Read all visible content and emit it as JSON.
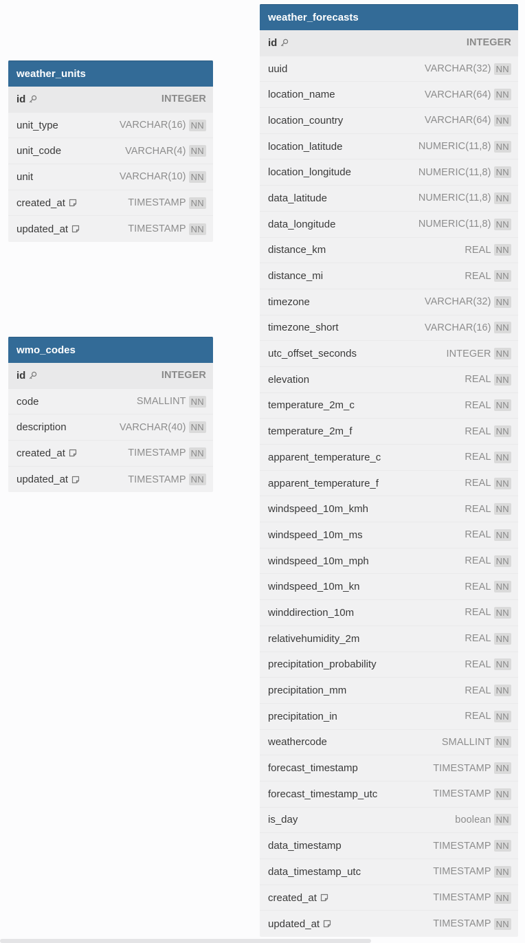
{
  "tables": {
    "weather_units": {
      "title": "weather_units",
      "rows": [
        {
          "name": "id",
          "type": "INTEGER",
          "pk": true
        },
        {
          "name": "unit_type",
          "type": "VARCHAR(16)",
          "nn": "NN"
        },
        {
          "name": "unit_code",
          "type": "VARCHAR(4)",
          "nn": "NN"
        },
        {
          "name": "unit",
          "type": "VARCHAR(10)",
          "nn": "NN"
        },
        {
          "name": "created_at",
          "type": "TIMESTAMP",
          "nn": "NN",
          "note": true
        },
        {
          "name": "updated_at",
          "type": "TIMESTAMP",
          "nn": "NN",
          "note": true
        }
      ]
    },
    "wmo_codes": {
      "title": "wmo_codes",
      "rows": [
        {
          "name": "id",
          "type": "INTEGER",
          "pk": true
        },
        {
          "name": "code",
          "type": "SMALLINT",
          "nn": "NN"
        },
        {
          "name": "description",
          "type": "VARCHAR(40)",
          "nn": "NN"
        },
        {
          "name": "created_at",
          "type": "TIMESTAMP",
          "nn": "NN",
          "note": true
        },
        {
          "name": "updated_at",
          "type": "TIMESTAMP",
          "nn": "NN",
          "note": true
        }
      ]
    },
    "weather_forecasts": {
      "title": "weather_forecasts",
      "rows": [
        {
          "name": "id",
          "type": "INTEGER",
          "pk": true
        },
        {
          "name": "uuid",
          "type": "VARCHAR(32)",
          "nn": "NN"
        },
        {
          "name": "location_name",
          "type": "VARCHAR(64)",
          "nn": "NN"
        },
        {
          "name": "location_country",
          "type": "VARCHAR(64)",
          "nn": "NN"
        },
        {
          "name": "location_latitude",
          "type": "NUMERIC(11,8)",
          "nn": "NN"
        },
        {
          "name": "location_longitude",
          "type": "NUMERIC(11,8)",
          "nn": "NN"
        },
        {
          "name": "data_latitude",
          "type": "NUMERIC(11,8)",
          "nn": "NN"
        },
        {
          "name": "data_longitude",
          "type": "NUMERIC(11,8)",
          "nn": "NN"
        },
        {
          "name": "distance_km",
          "type": "REAL",
          "nn": "NN"
        },
        {
          "name": "distance_mi",
          "type": "REAL",
          "nn": "NN"
        },
        {
          "name": "timezone",
          "type": "VARCHAR(32)",
          "nn": "NN"
        },
        {
          "name": "timezone_short",
          "type": "VARCHAR(16)",
          "nn": "NN"
        },
        {
          "name": "utc_offset_seconds",
          "type": "INTEGER",
          "nn": "NN"
        },
        {
          "name": "elevation",
          "type": "REAL",
          "nn": "NN"
        },
        {
          "name": "temperature_2m_c",
          "type": "REAL",
          "nn": "NN"
        },
        {
          "name": "temperature_2m_f",
          "type": "REAL",
          "nn": "NN"
        },
        {
          "name": "apparent_temperature_c",
          "type": "REAL",
          "nn": "NN"
        },
        {
          "name": "apparent_temperature_f",
          "type": "REAL",
          "nn": "NN"
        },
        {
          "name": "windspeed_10m_kmh",
          "type": "REAL",
          "nn": "NN"
        },
        {
          "name": "windspeed_10m_ms",
          "type": "REAL",
          "nn": "NN"
        },
        {
          "name": "windspeed_10m_mph",
          "type": "REAL",
          "nn": "NN"
        },
        {
          "name": "windspeed_10m_kn",
          "type": "REAL",
          "nn": "NN"
        },
        {
          "name": "winddirection_10m",
          "type": "REAL",
          "nn": "NN"
        },
        {
          "name": "relativehumidity_2m",
          "type": "REAL",
          "nn": "NN"
        },
        {
          "name": "precipitation_probability",
          "type": "REAL",
          "nn": "NN"
        },
        {
          "name": "precipitation_mm",
          "type": "REAL",
          "nn": "NN"
        },
        {
          "name": "precipitation_in",
          "type": "REAL",
          "nn": "NN"
        },
        {
          "name": "weathercode",
          "type": "SMALLINT",
          "nn": "NN"
        },
        {
          "name": "forecast_timestamp",
          "type": "TIMESTAMP",
          "nn": "NN"
        },
        {
          "name": "forecast_timestamp_utc",
          "type": "TIMESTAMP",
          "nn": "NN"
        },
        {
          "name": "is_day",
          "type": "boolean",
          "nn": "NN"
        },
        {
          "name": "data_timestamp",
          "type": "TIMESTAMP",
          "nn": "NN"
        },
        {
          "name": "data_timestamp_utc",
          "type": "TIMESTAMP",
          "nn": "NN"
        },
        {
          "name": "created_at",
          "type": "TIMESTAMP",
          "nn": "NN",
          "note": true
        },
        {
          "name": "updated_at",
          "type": "TIMESTAMP",
          "nn": "NN",
          "note": true
        }
      ]
    }
  },
  "colors": {
    "header": "#336b97",
    "body": "#f1f1f2",
    "pk_row": "#e9e9ea"
  },
  "icons": {
    "primary_key": "key-icon",
    "note": "note-icon"
  }
}
